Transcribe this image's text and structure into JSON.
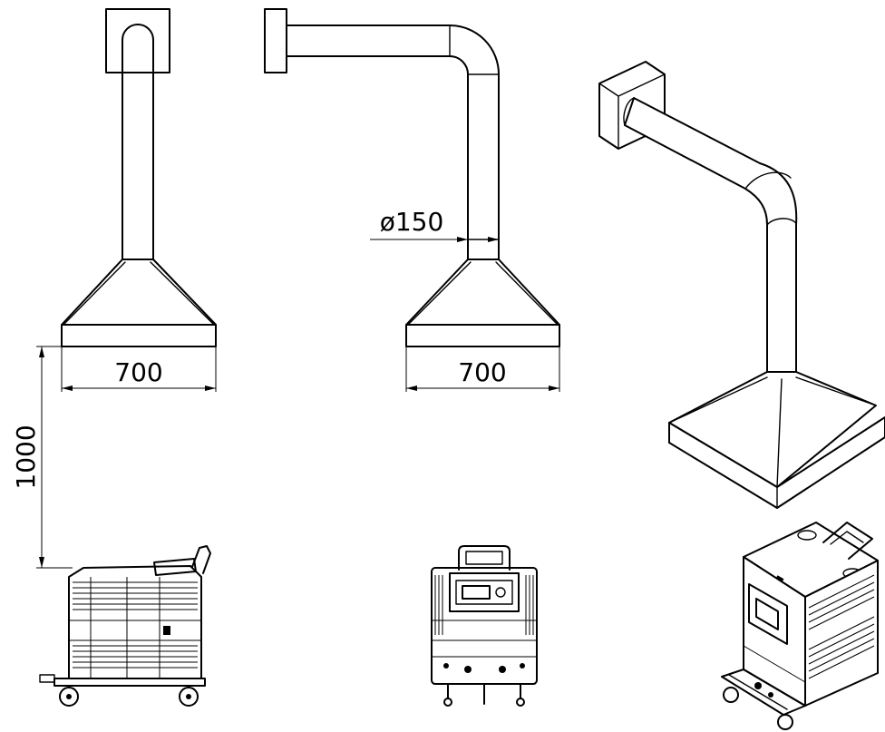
{
  "dimensions": {
    "front_width": "700",
    "side_width": "700",
    "duct_diameter": "ø150",
    "hood_height": "1000"
  }
}
